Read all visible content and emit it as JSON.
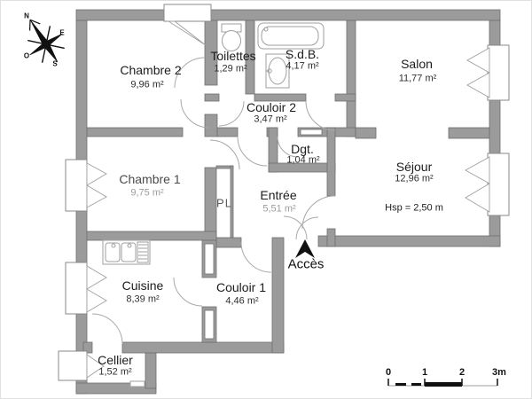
{
  "plan": {
    "rooms": [
      {
        "id": "chambre2",
        "name": "Chambre 2",
        "area": "9,96 m²"
      },
      {
        "id": "toilettes",
        "name": "Toilettes",
        "area": "1,29 m²"
      },
      {
        "id": "sdb",
        "name": "S.d.B.",
        "area": "4,17 m²"
      },
      {
        "id": "salon",
        "name": "Salon",
        "area": "11,77 m²"
      },
      {
        "id": "couloir2",
        "name": "Couloir 2",
        "area": "3,47 m²"
      },
      {
        "id": "dgt",
        "name": "Dgt.",
        "area": "1,04 m²"
      },
      {
        "id": "sejour",
        "name": "Séjour",
        "area": "12,96 m²"
      },
      {
        "id": "chambre1",
        "name": "Chambre 1",
        "area": "9,75 m²"
      },
      {
        "id": "entree",
        "name": "Entrée",
        "area": "5,51 m²"
      },
      {
        "id": "cuisine",
        "name": "Cuisine",
        "area": "8,39 m²"
      },
      {
        "id": "couloir1",
        "name": "Couloir 1",
        "area": "4,46 m²"
      },
      {
        "id": "cellier",
        "name": "Cellier",
        "area": "1,52 m²"
      }
    ],
    "closet_label": "PL",
    "ceiling_height": "Hsp = 2,50 m",
    "access_label": "Accès",
    "compass": {
      "n": "N",
      "e": "E",
      "s": "S",
      "o": "O"
    },
    "scale_bar": {
      "ticks": [
        "0",
        "1",
        "2",
        "3m"
      ]
    },
    "colors": {
      "wall": "#9b9b9b",
      "wall_edge": "#6f6f6f",
      "line": "#9f9f9f",
      "black": "#111111"
    }
  }
}
